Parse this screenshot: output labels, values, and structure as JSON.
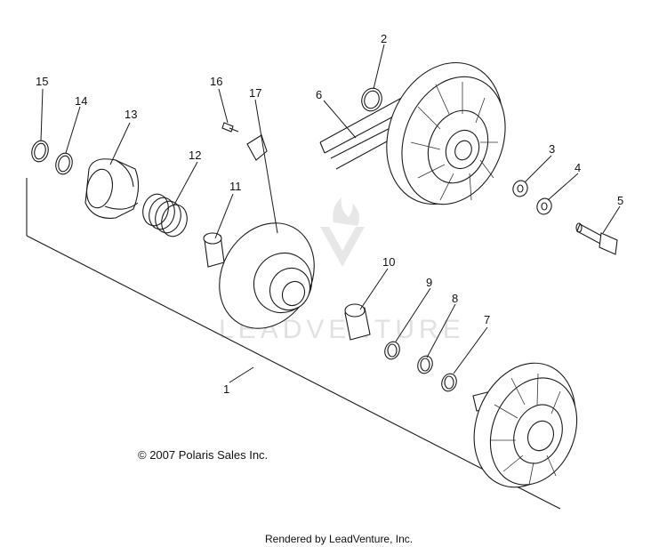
{
  "callouts": [
    "1",
    "2",
    "3",
    "4",
    "5",
    "6",
    "7",
    "8",
    "9",
    "10",
    "11",
    "12",
    "13",
    "14",
    "15",
    "16",
    "17"
  ],
  "copyright": "© 2007 Polaris Sales Inc.",
  "watermark": "LEADVENTURE",
  "footer": "Rendered by LeadVenture, Inc."
}
